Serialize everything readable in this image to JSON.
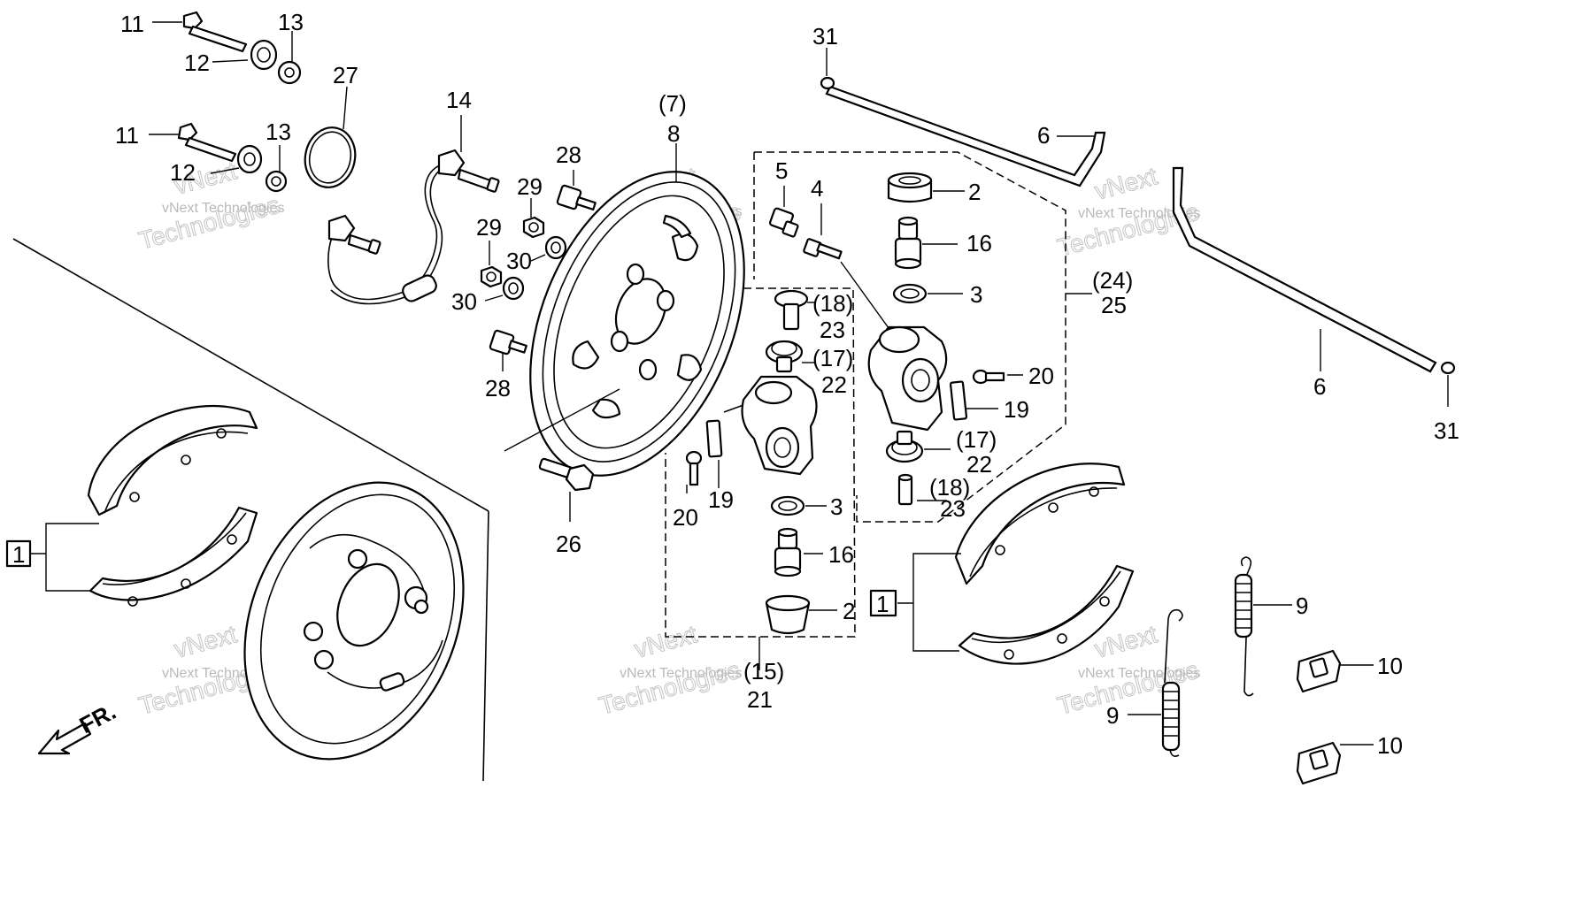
{
  "watermark": {
    "line1": "vNext Technologies",
    "line2": "vNext",
    "line3": "Technologies"
  },
  "labels": {
    "p11a": "11",
    "p12a": "12",
    "p13a": "13",
    "p27": "27",
    "p11b": "11",
    "p12b": "12",
    "p13b": "13",
    "p14": "14",
    "p29a": "29",
    "p28a": "28",
    "p29b": "29",
    "p30a": "30",
    "p30b": "30",
    "p28b": "28",
    "p7": "(7)",
    "p8": "8",
    "p26": "26",
    "p31a": "31",
    "p31b": "31",
    "p6a": "6",
    "p6b": "6",
    "p5": "5",
    "p4": "4",
    "p2a": "2",
    "p16a": "16",
    "p3a": "3",
    "p24": "(24)",
    "p25": "25",
    "p18a": "(18)",
    "p23a": "23",
    "p17a": "(17)",
    "p22a": "22",
    "p20a": "20",
    "p19a": "19",
    "p17b": "(17)",
    "p22b": "22",
    "p18b": "(18)",
    "p23b": "23",
    "p20b": "20",
    "p19b": "19",
    "p3b": "3",
    "p16b": "16",
    "p2b": "2",
    "p15": "(15)",
    "p21": "21",
    "p1a": "1",
    "p1b": "1",
    "p9a": "9",
    "p9b": "9",
    "p10a": "10",
    "p10b": "10",
    "fr": "FR."
  }
}
